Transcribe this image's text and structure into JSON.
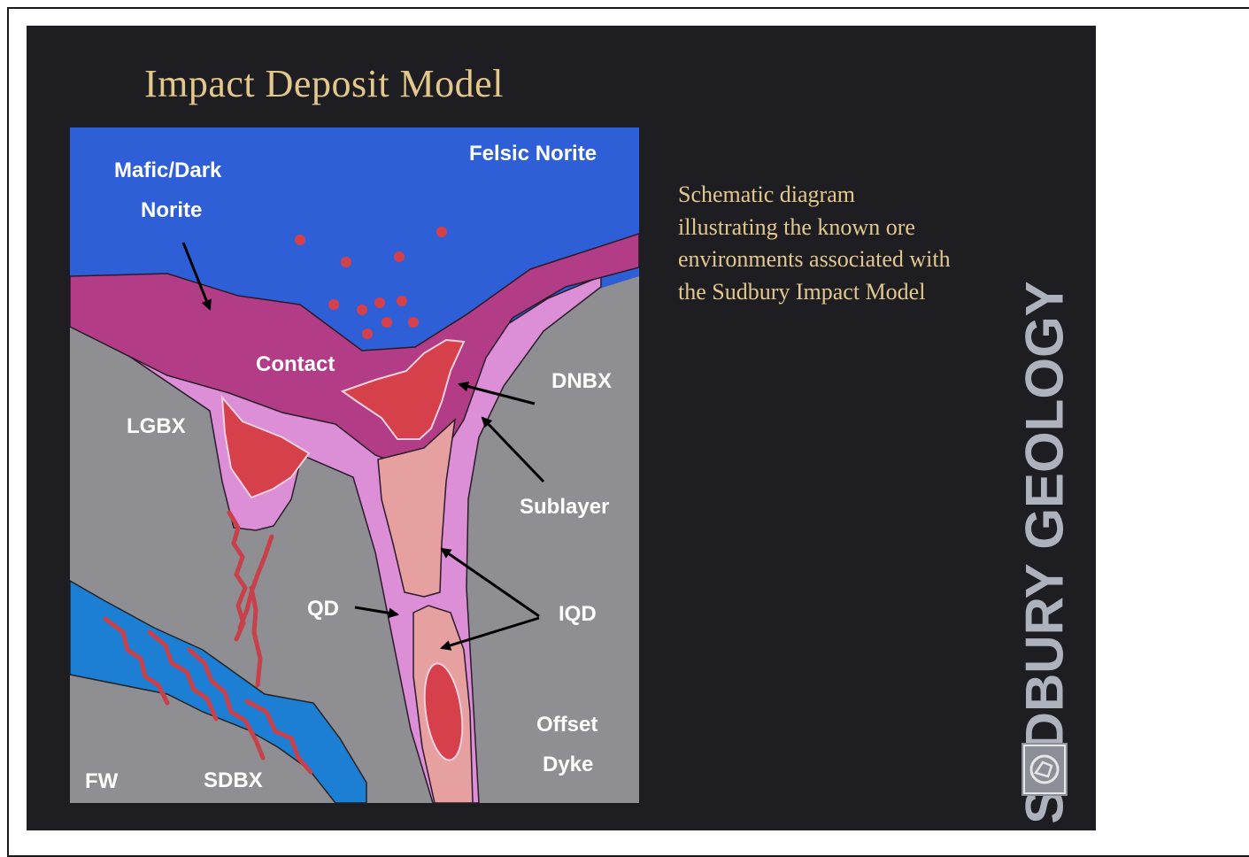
{
  "slide": {
    "title": "Impact Deposit Model",
    "caption_lines": [
      "Schematic diagram",
      "illustrating the known ore",
      "environments associated with",
      "the Sudbury Impact Model"
    ],
    "brand": "SUDBURY GEOLOGY",
    "logo_icon": "sudbury-logo-icon"
  },
  "diagram": {
    "labels": {
      "mafic_line1": "Mafic/Dark",
      "mafic_line2": "Norite",
      "felsic": "Felsic Norite",
      "contact": "Contact",
      "dnbx": "DNBX",
      "lgbx": "LGBX",
      "sublayer": "Sublayer",
      "qd": "QD",
      "iqd": "IQD",
      "offset_line1": "Offset",
      "offset_line2": "Dyke",
      "fw": "FW",
      "sdbx": "SDBX"
    }
  },
  "colors": {
    "slide_background": "#1e1d21",
    "title_gold": "#e3c88e",
    "norite_blue": "#2f5fd6",
    "footwall_grey": "#8f8f93",
    "contact_magenta": "#b33c86",
    "sublayer_pink": "#dc8ed6",
    "ore_red": "#d6404a",
    "iqd_salmon": "#e7a0a0",
    "sdbx_blue": "#1d7fd3"
  }
}
